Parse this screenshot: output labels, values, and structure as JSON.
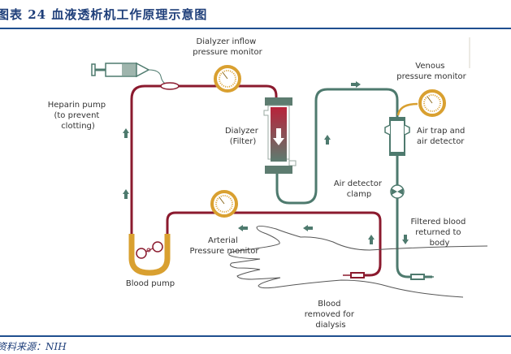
{
  "header": {
    "title": "图表 24   血液透析机工作原理示意图"
  },
  "footer": {
    "source": "资料来源：NIH"
  },
  "labels": {
    "dialyzer_inflow": [
      "Dialyzer inflow",
      "pressure monitor"
    ],
    "venous_monitor": [
      "Venous",
      "pressure monitor"
    ],
    "heparin_pump": [
      "Heparin pump",
      "(to prevent",
      "clotting)"
    ],
    "dialyzer": [
      "Dialyzer",
      "(Filter)"
    ],
    "air_trap": [
      "Air trap and",
      "air detector"
    ],
    "air_clamp": [
      "Air detector",
      "clamp"
    ],
    "filtered_blood": [
      "Filtered blood",
      "returned to",
      "body"
    ],
    "arterial_monitor": [
      "Arterial",
      "Pressure monitor"
    ],
    "blood_pump": [
      "Blood pump"
    ],
    "blood_removed": [
      "Blood",
      "removed for",
      "dialysis"
    ]
  },
  "colors": {
    "arterial_line": "#8b1a2e",
    "venous_line": "#4e7a6e",
    "gauge": "#d9a030",
    "pump": "#d9a030",
    "title": "#1f3f7a",
    "rule": "#1f4f8f"
  }
}
